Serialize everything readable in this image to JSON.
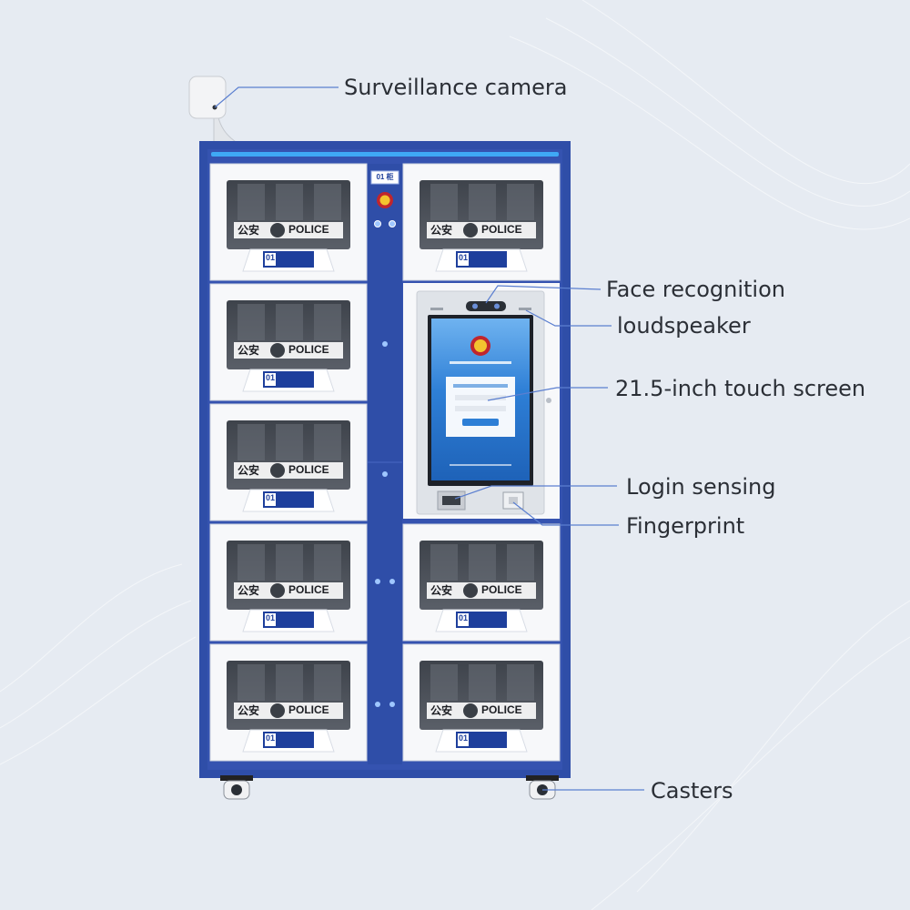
{
  "callouts": {
    "surveillance_camera": "Surveillance camera",
    "face_recognition": "Face recognition",
    "loudspeaker": "loudspeaker",
    "touch_screen": "21.5-inch touch screen",
    "login_sensing": "Login sensing",
    "fingerprint": "Fingerprint",
    "casters": "Casters"
  },
  "cabinet": {
    "number_tag": "01 柜",
    "door_brand_cn": "公安",
    "door_brand_en": "POLICE",
    "door_number": "01",
    "colors": {
      "frame": "#2f4ea8",
      "door": "#f7f8fa",
      "window": "#4a4f57",
      "light_strip": "#3fa9f5",
      "accent_line": "#5b7fd0"
    }
  }
}
